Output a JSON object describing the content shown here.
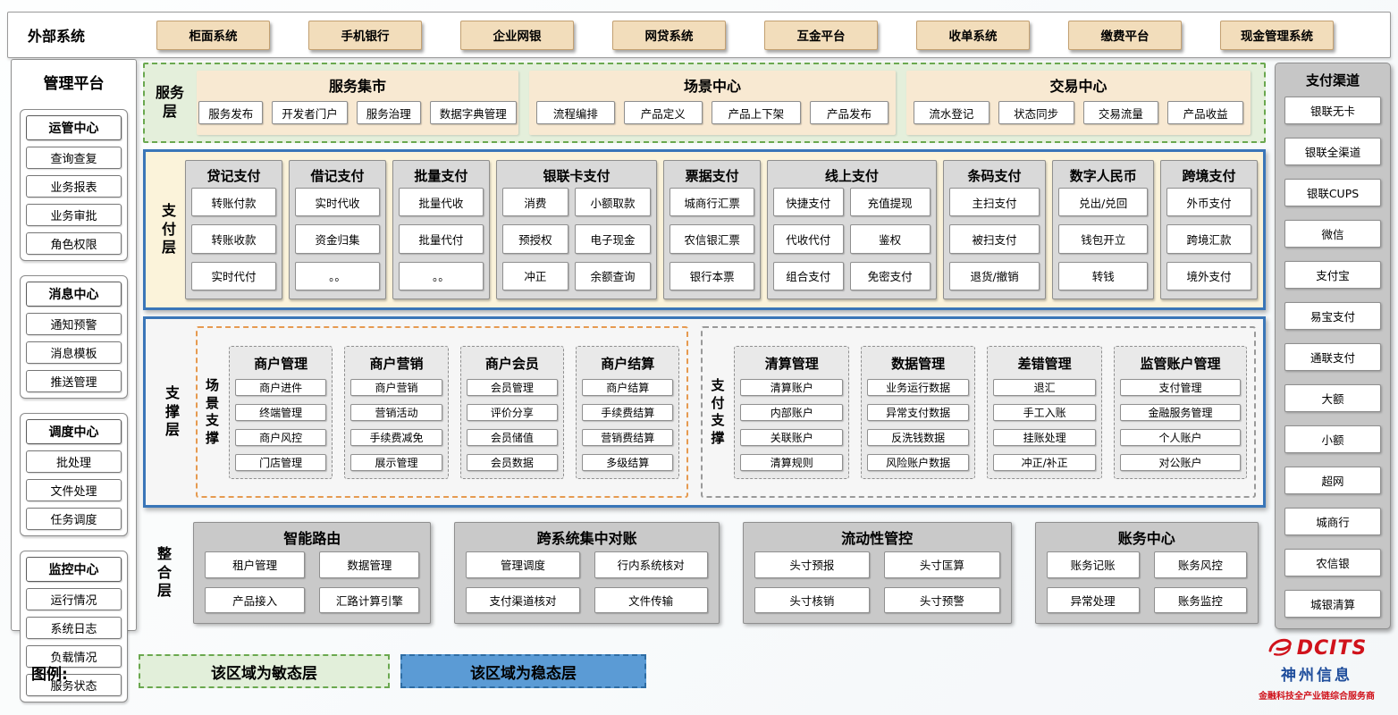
{
  "external_systems": {
    "label": "外部系统",
    "items": [
      "柜面系统",
      "手机银行",
      "企业网银",
      "网贷系统",
      "互金平台",
      "收单系统",
      "缴费平台",
      "现金管理系统"
    ]
  },
  "management_platform": {
    "title": "管理平台",
    "sections": [
      {
        "title": "运管中心",
        "items": [
          "查询查复",
          "业务报表",
          "业务审批",
          "角色权限"
        ]
      },
      {
        "title": "消息中心",
        "items": [
          "通知预警",
          "消息模板",
          "推送管理"
        ]
      },
      {
        "title": "调度中心",
        "items": [
          "批处理",
          "文件处理",
          "任务调度"
        ]
      },
      {
        "title": "监控中心",
        "items": [
          "运行情况",
          "系统日志",
          "负载情况",
          "服务状态"
        ]
      }
    ]
  },
  "service_layer": {
    "label": "服务层",
    "sections": [
      {
        "title": "服务集市",
        "items": [
          "服务发布",
          "开发者门户",
          "服务治理",
          "数据字典管理"
        ]
      },
      {
        "title": "场景中心",
        "items": [
          "流程编排",
          "产品定义",
          "产品上下架",
          "产品发布"
        ]
      },
      {
        "title": "交易中心",
        "items": [
          "流水登记",
          "状态同步",
          "交易流量",
          "产品收益"
        ]
      }
    ]
  },
  "payment_layer": {
    "label": "支付层",
    "columns": [
      {
        "title": "贷记支付",
        "items": [
          "转账付款",
          "转账收款",
          "实时代付"
        ]
      },
      {
        "title": "借记支付",
        "items": [
          "实时代收",
          "资金归集",
          "。。"
        ]
      },
      {
        "title": "批量支付",
        "items": [
          "批量代收",
          "批量代付",
          "。。"
        ]
      },
      {
        "title": "银联卡支付",
        "items": [
          "消费",
          "小额取款",
          "预授权",
          "电子现金",
          "冲正",
          "余额查询"
        ]
      },
      {
        "title": "票据支付",
        "items": [
          "城商行汇票",
          "农信银汇票",
          "银行本票"
        ]
      },
      {
        "title": "线上支付",
        "items": [
          "快捷支付",
          "充值提现",
          "代收代付",
          "鉴权",
          "组合支付",
          "免密支付"
        ]
      },
      {
        "title": "条码支付",
        "items": [
          "主扫支付",
          "被扫支付",
          "退货/撤销"
        ]
      },
      {
        "title": "数字人民币",
        "items": [
          "兑出/兑回",
          "钱包开立",
          "转钱"
        ]
      },
      {
        "title": "跨境支付",
        "items": [
          "外币支付",
          "跨境汇款",
          "境外支付"
        ]
      }
    ]
  },
  "support_layer": {
    "label": "支撑层",
    "groups": [
      {
        "label": "场景支撑",
        "columns": [
          {
            "title": "商户管理",
            "items": [
              "商户进件",
              "终端管理",
              "商户风控",
              "门店管理"
            ]
          },
          {
            "title": "商户营销",
            "items": [
              "商户营销",
              "营销活动",
              "手续费减免",
              "展示管理"
            ]
          },
          {
            "title": "商户会员",
            "items": [
              "会员管理",
              "评价分享",
              "会员储值",
              "会员数据"
            ]
          },
          {
            "title": "商户结算",
            "items": [
              "商户结算",
              "手续费结算",
              "营销费结算",
              "多级结算"
            ]
          }
        ]
      },
      {
        "label": "支付支撑",
        "columns": [
          {
            "title": "清算管理",
            "items": [
              "清算账户",
              "内部账户",
              "关联账户",
              "清算规则"
            ]
          },
          {
            "title": "数据管理",
            "items": [
              "业务运行数据",
              "异常支付数据",
              "反洗钱数据",
              "风险账户数据"
            ]
          },
          {
            "title": "差错管理",
            "items": [
              "退汇",
              "手工入账",
              "挂账处理",
              "冲正/补正"
            ]
          },
          {
            "title": "监管账户管理",
            "items": [
              "支付管理",
              "金融服务管理",
              "个人账户",
              "对公账户"
            ]
          }
        ]
      }
    ]
  },
  "integration_layer": {
    "label": "整合层",
    "sections": [
      {
        "title": "智能路由",
        "items": [
          "租户管理",
          "数据管理",
          "产品接入",
          "汇路计算引擎"
        ]
      },
      {
        "title": "跨系统集中对账",
        "items": [
          "管理调度",
          "行内系统核对",
          "支付渠道核对",
          "文件传输"
        ]
      },
      {
        "title": "流动性管控",
        "items": [
          "头寸预报",
          "头寸匡算",
          "头寸核销",
          "头寸预警"
        ]
      },
      {
        "title": "账务中心",
        "items": [
          "账务记账",
          "账务风控",
          "异常处理",
          "账务监控"
        ]
      }
    ]
  },
  "payment_channels": {
    "title": "支付渠道",
    "items": [
      "银联无卡",
      "银联全渠道",
      "银联CUPS",
      "微信",
      "支付宝",
      "易宝支付",
      "通联支付",
      "大额",
      "小额",
      "超网",
      "城商行",
      "农信银",
      "城银清算"
    ]
  },
  "legend": {
    "label": "图例:",
    "agile": "该区域为敏态层",
    "stable": "该区域为稳态层"
  },
  "logo": {
    "name": "DCITS",
    "brand": "神州信息",
    "tagline": "金融科技全产业链综合服务商"
  },
  "colors": {
    "agile_green_border": "#6aa84f",
    "agile_green_bg": "#e2efda",
    "stable_blue_border": "#3a76b8",
    "stable_blue_bg": "#5b9bd5",
    "external_beige": "#f2ddbb",
    "service_panel_beige": "#f8e9d2",
    "panel_gray": "#d9d9d9",
    "brand_red": "#d0121b",
    "brand_blue": "#1f4e9c"
  }
}
